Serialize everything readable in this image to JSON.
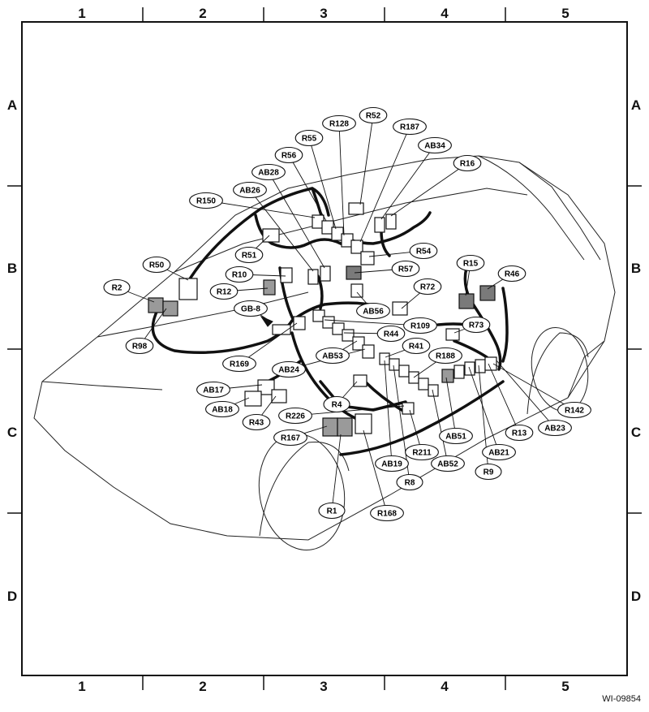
{
  "figure_id": "WI-09854",
  "grid": {
    "columns": [
      "1",
      "2",
      "3",
      "4",
      "5"
    ],
    "rows": [
      "A",
      "B",
      "C",
      "D"
    ]
  },
  "callouts": [
    {
      "id": "R128"
    },
    {
      "id": "R52"
    },
    {
      "id": "R187"
    },
    {
      "id": "R55"
    },
    {
      "id": "AB34"
    },
    {
      "id": "R56"
    },
    {
      "id": "R16"
    },
    {
      "id": "AB28"
    },
    {
      "id": "AB26"
    },
    {
      "id": "R150"
    },
    {
      "id": "R51"
    },
    {
      "id": "R54"
    },
    {
      "id": "R50"
    },
    {
      "id": "R15"
    },
    {
      "id": "R46"
    },
    {
      "id": "R10"
    },
    {
      "id": "R57"
    },
    {
      "id": "R2"
    },
    {
      "id": "R12"
    },
    {
      "id": "R72"
    },
    {
      "id": "GB-8"
    },
    {
      "id": "AB56"
    },
    {
      "id": "R73"
    },
    {
      "id": "R109"
    },
    {
      "id": "R98"
    },
    {
      "id": "R44"
    },
    {
      "id": "R41"
    },
    {
      "id": "R169"
    },
    {
      "id": "AB53"
    },
    {
      "id": "R188"
    },
    {
      "id": "AB24"
    },
    {
      "id": "AB17"
    },
    {
      "id": "AB18"
    },
    {
      "id": "R4"
    },
    {
      "id": "R142"
    },
    {
      "id": "R43"
    },
    {
      "id": "R226"
    },
    {
      "id": "AB23"
    },
    {
      "id": "R13"
    },
    {
      "id": "R167"
    },
    {
      "id": "AB51"
    },
    {
      "id": "R211"
    },
    {
      "id": "AB21"
    },
    {
      "id": "AB19"
    },
    {
      "id": "AB52"
    },
    {
      "id": "R9"
    },
    {
      "id": "R8"
    },
    {
      "id": "R1"
    },
    {
      "id": "R168"
    }
  ]
}
